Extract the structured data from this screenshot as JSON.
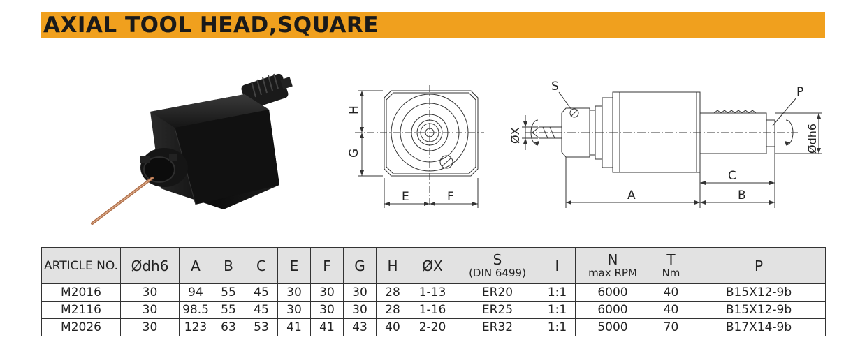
{
  "title": "AXIAL TOOL HEAD,SQUARE",
  "drawing_labels": {
    "S": "S",
    "P": "P",
    "H": "H",
    "G": "G",
    "E": "E",
    "F": "F",
    "X": "ØX",
    "dh6": "Ødh6",
    "A": "A",
    "B": "B",
    "C": "C"
  },
  "table": {
    "headers": [
      {
        "main": "ARTICLE NO.",
        "sub": ""
      },
      {
        "main": "Ødh6",
        "sub": ""
      },
      {
        "main": "A",
        "sub": ""
      },
      {
        "main": "B",
        "sub": ""
      },
      {
        "main": "C",
        "sub": ""
      },
      {
        "main": "E",
        "sub": ""
      },
      {
        "main": "F",
        "sub": ""
      },
      {
        "main": "G",
        "sub": ""
      },
      {
        "main": "H",
        "sub": ""
      },
      {
        "main": "ØX",
        "sub": ""
      },
      {
        "main": "S",
        "sub": "(DIN 6499)"
      },
      {
        "main": "I",
        "sub": ""
      },
      {
        "main": "N",
        "sub": "max RPM"
      },
      {
        "main": "T",
        "sub": "Nm"
      },
      {
        "main": "P",
        "sub": ""
      }
    ],
    "rows": [
      [
        "M2016",
        "30",
        "94",
        "55",
        "45",
        "30",
        "30",
        "30",
        "28",
        "1-13",
        "ER20",
        "1:1",
        "6000",
        "40",
        "B15X12-9b"
      ],
      [
        "M2116",
        "30",
        "98.5",
        "55",
        "45",
        "30",
        "30",
        "30",
        "28",
        "1-16",
        "ER25",
        "1:1",
        "6000",
        "40",
        "B15X12-9b"
      ],
      [
        "M2026",
        "30",
        "123",
        "63",
        "53",
        "41",
        "41",
        "43",
        "40",
        "2-20",
        "ER32",
        "1:1",
        "5000",
        "70",
        "B17X14-9b"
      ]
    ]
  }
}
